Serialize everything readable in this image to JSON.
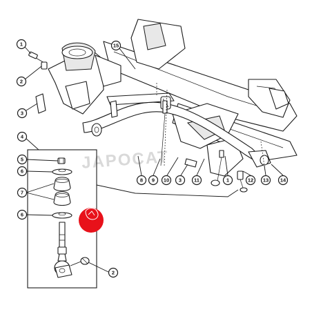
{
  "callouts": [
    {
      "id": "c1a",
      "label": "1"
    },
    {
      "id": "c2a",
      "label": "2"
    },
    {
      "id": "c3a",
      "label": "3"
    },
    {
      "id": "c4",
      "label": "4"
    },
    {
      "id": "c5",
      "label": "5"
    },
    {
      "id": "c6a",
      "label": "6"
    },
    {
      "id": "c7",
      "label": "7"
    },
    {
      "id": "c6b",
      "label": "6"
    },
    {
      "id": "c2b",
      "label": "2"
    },
    {
      "id": "c15",
      "label": "15"
    },
    {
      "id": "c8",
      "label": "8"
    },
    {
      "id": "c9",
      "label": "9"
    },
    {
      "id": "c10",
      "label": "10"
    },
    {
      "id": "c3b",
      "label": "3"
    },
    {
      "id": "c11",
      "label": "11"
    },
    {
      "id": "c1b",
      "label": "1"
    },
    {
      "id": "c12",
      "label": "12"
    },
    {
      "id": "c13",
      "label": "13"
    },
    {
      "id": "c14",
      "label": "14"
    }
  ],
  "watermark": "JAPOCAT",
  "logo": {
    "text": "JAPOCAT",
    "color": "#e8111a"
  },
  "colors": {
    "line": "#1a1a1a",
    "background": "#ffffff"
  }
}
